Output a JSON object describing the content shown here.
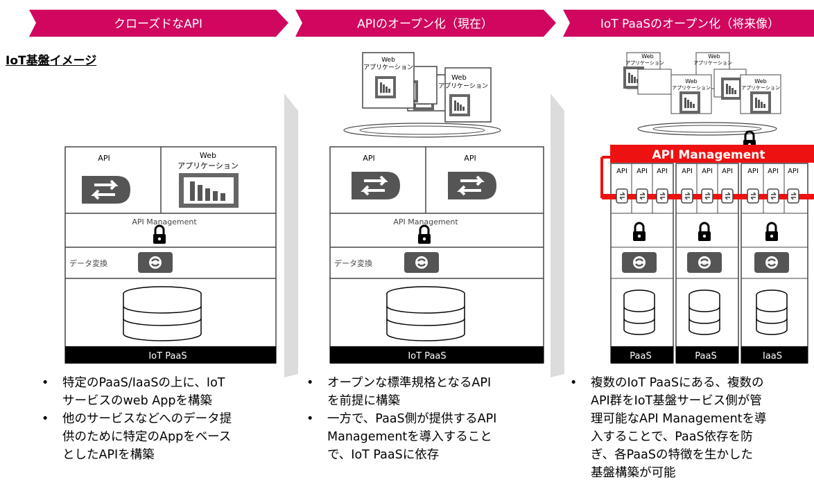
{
  "colors": {
    "banner": "#d0065f",
    "api_mgmt": "#ee1111",
    "black": "#000000",
    "box_border": "#444444"
  },
  "section_label": "IoT基盤イメージ",
  "banners": [
    "クローズドなAPI",
    "APIのオープン化（現在）",
    "IoT PaaSのオープン化（将来像）"
  ],
  "labels": {
    "api": "API",
    "web_app_line1": "Web",
    "web_app_line2": "アプリケーション",
    "api_management": "API Management",
    "data_conversion": "データ変換",
    "iot_paas": "IoT PaaS",
    "paas": "PaaS",
    "iaas": "IaaS"
  },
  "bullets": {
    "col1": [
      [
        "特定のPaaS/IaaSの上に、IoT",
        "サービスのweb Appを構築"
      ],
      [
        "他のサービスなどへのデータ提",
        "供のために特定のAppをベース",
        "としたAPIを構築"
      ]
    ],
    "col2": [
      [
        "オープンな標準規格となるAPI",
        "を前提に構築"
      ],
      [
        "一方で、PaaS側が提供するAPI",
        "Managementを導入すること",
        "で、IoT PaaSに依存"
      ]
    ],
    "col3": [
      [
        "複数のIoT PaaSにある、複数の",
        "API群をIoT基盤サービス側が管",
        "理可能なAPI Managementを導",
        "入することで、PaaS依存を防",
        "ぎ、各PaaSの特徴を生かした",
        "基盤構築が可能"
      ]
    ]
  }
}
